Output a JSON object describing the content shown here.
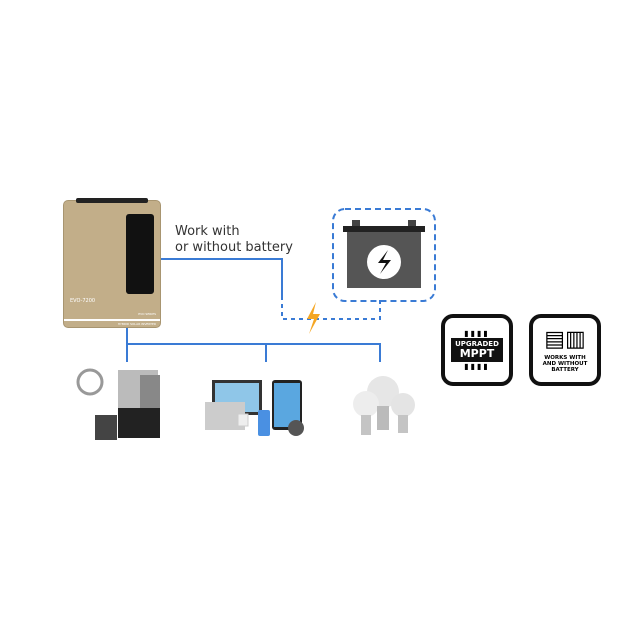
{
  "inverter": {
    "model": "EVO-7200",
    "series_label": "EVO SERIES",
    "subtitle": "HYBRID SOLAR INVERTER"
  },
  "caption": {
    "line1": "Work with",
    "line2": "or without battery"
  },
  "badges": [
    {
      "line1": "UPGRADED",
      "line2": "MPPT"
    },
    {
      "line1": "WORKS WITH",
      "line2": "AND WITHOUT",
      "line3": "BATTERY"
    }
  ],
  "colors": {
    "line": "#3a7bd5",
    "bolt": "#f5a623",
    "body": "#c2ae89"
  }
}
